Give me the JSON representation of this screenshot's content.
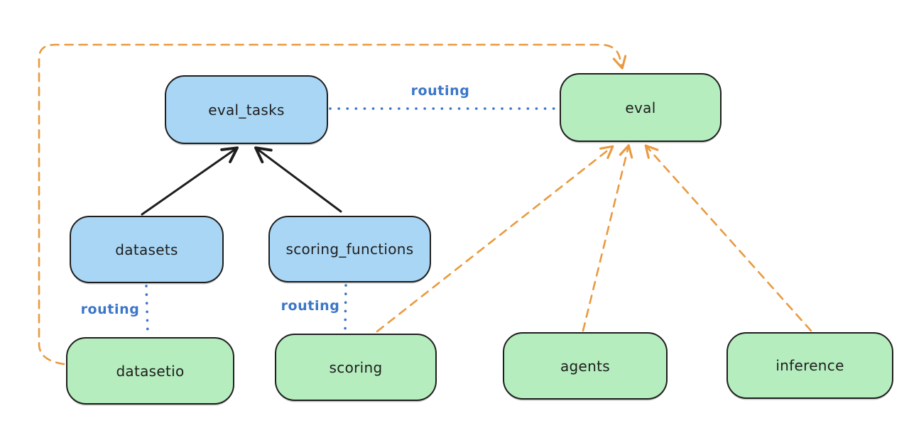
{
  "diagram": {
    "kind": "dependency-routing-diagram",
    "nodes": [
      {
        "id": "eval_tasks",
        "label": "eval_tasks",
        "fill": "blue"
      },
      {
        "id": "eval",
        "label": "eval",
        "fill": "green"
      },
      {
        "id": "datasets",
        "label": "datasets",
        "fill": "blue"
      },
      {
        "id": "scoring_functions",
        "label": "scoring_functions",
        "fill": "blue"
      },
      {
        "id": "datasetio",
        "label": "datasetio",
        "fill": "green"
      },
      {
        "id": "scoring",
        "label": "scoring",
        "fill": "green"
      },
      {
        "id": "agents",
        "label": "agents",
        "fill": "green"
      },
      {
        "id": "inference",
        "label": "inference",
        "fill": "green"
      }
    ],
    "edges": [
      {
        "from": "datasets",
        "to": "eval_tasks",
        "style": "solid-black-arrow",
        "label": ""
      },
      {
        "from": "scoring_functions",
        "to": "eval_tasks",
        "style": "solid-black-arrow",
        "label": ""
      },
      {
        "from": "eval_tasks",
        "to": "eval",
        "style": "dotted-blue",
        "label": "routing"
      },
      {
        "from": "datasets",
        "to": "datasetio",
        "style": "dotted-blue",
        "label": "routing"
      },
      {
        "from": "scoring_functions",
        "to": "scoring",
        "style": "dotted-blue",
        "label": "routing"
      },
      {
        "from": "datasetio",
        "to": "eval",
        "style": "dashed-orange-arrow",
        "label": ""
      },
      {
        "from": "scoring",
        "to": "eval",
        "style": "dashed-orange-arrow",
        "label": ""
      },
      {
        "from": "agents",
        "to": "eval",
        "style": "dashed-orange-arrow",
        "label": ""
      },
      {
        "from": "inference",
        "to": "eval",
        "style": "dashed-orange-arrow",
        "label": ""
      }
    ],
    "colors": {
      "node_blue_fill": "#a9d6f5",
      "node_green_fill": "#b5edbe",
      "node_stroke": "#1e1e1e",
      "routing_blue": "#3b76c8",
      "dependency_orange": "#e99a3f",
      "background": "#ffffff"
    }
  }
}
